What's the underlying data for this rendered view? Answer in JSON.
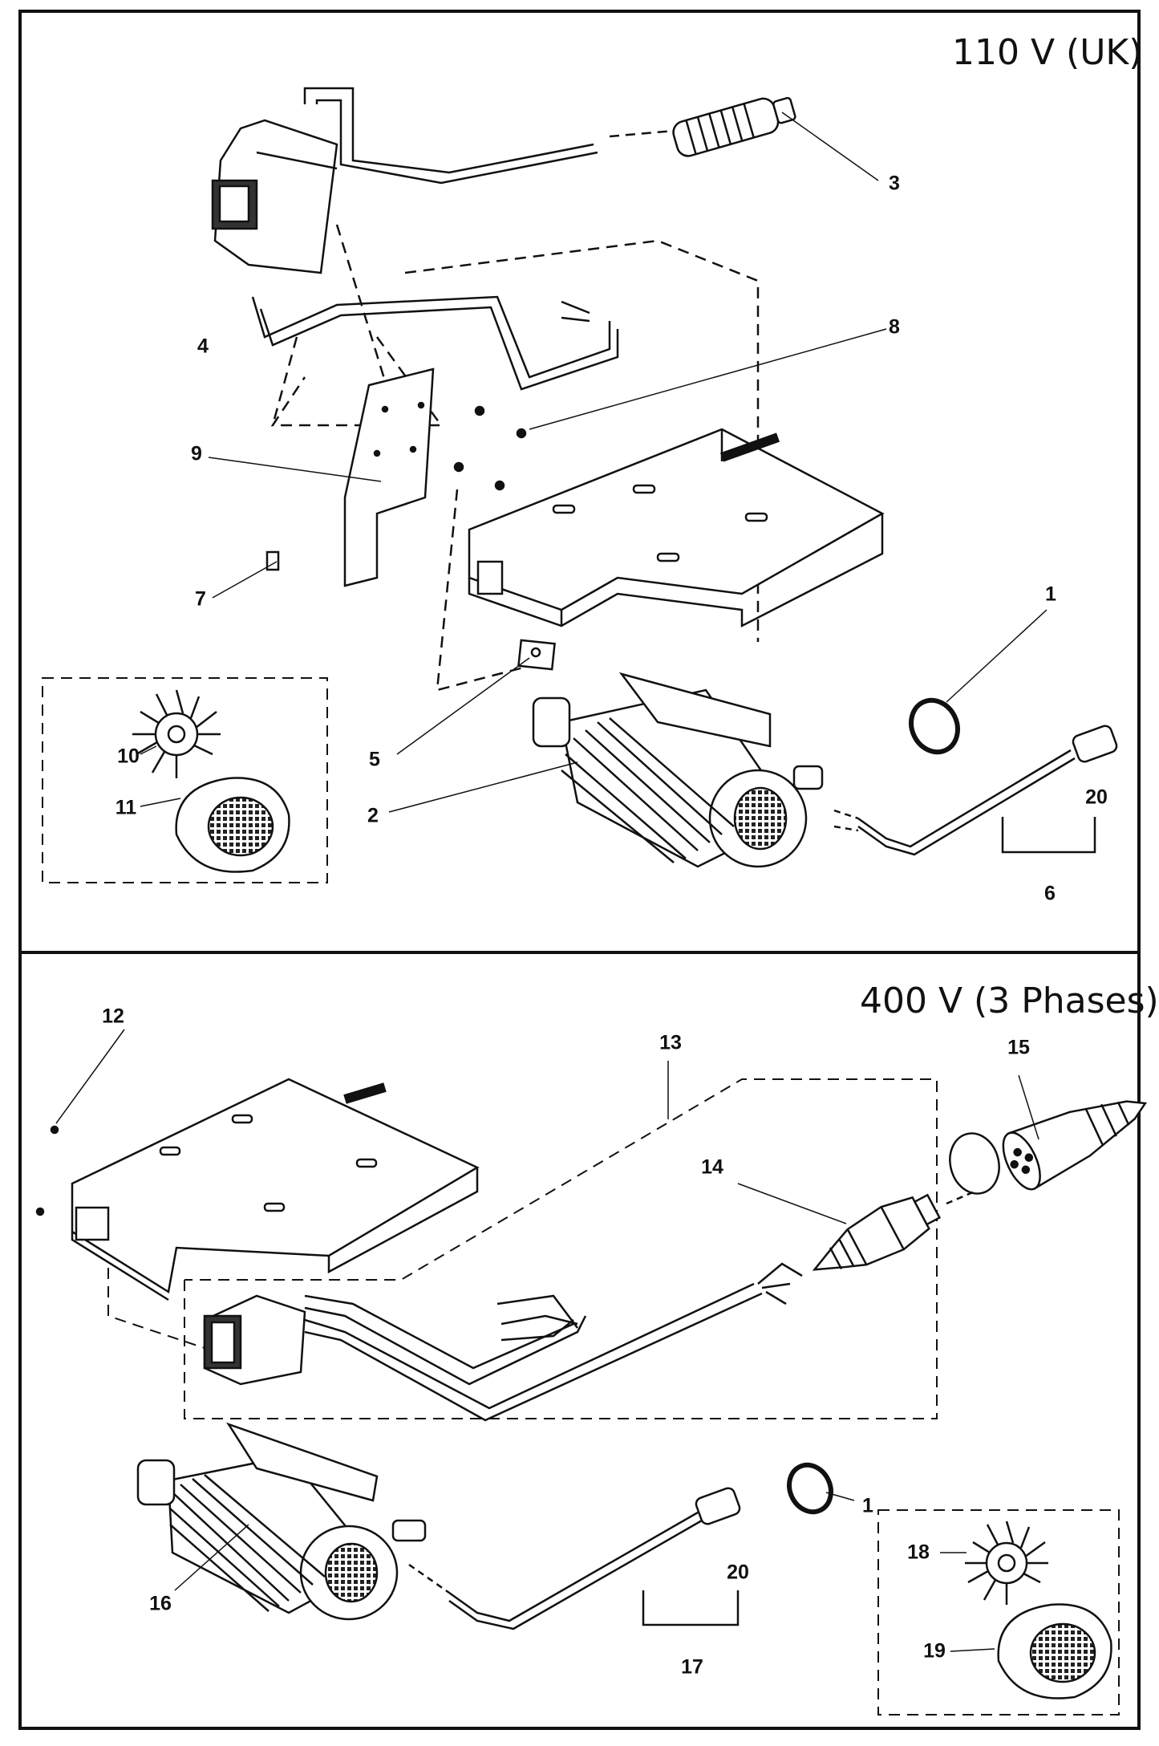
{
  "panels": [
    {
      "title": "110 V (UK)"
    },
    {
      "title": "400 V (3 Phases)"
    }
  ],
  "callouts_top": [
    "3",
    "4",
    "8",
    "9",
    "7",
    "1",
    "10",
    "11",
    "5",
    "2",
    "20",
    "6"
  ],
  "callouts_bottom": [
    "12",
    "13",
    "15",
    "14",
    "1",
    "16",
    "20",
    "18",
    "19",
    "17"
  ],
  "colors": {
    "line": "#111111",
    "background": "#ffffff"
  }
}
